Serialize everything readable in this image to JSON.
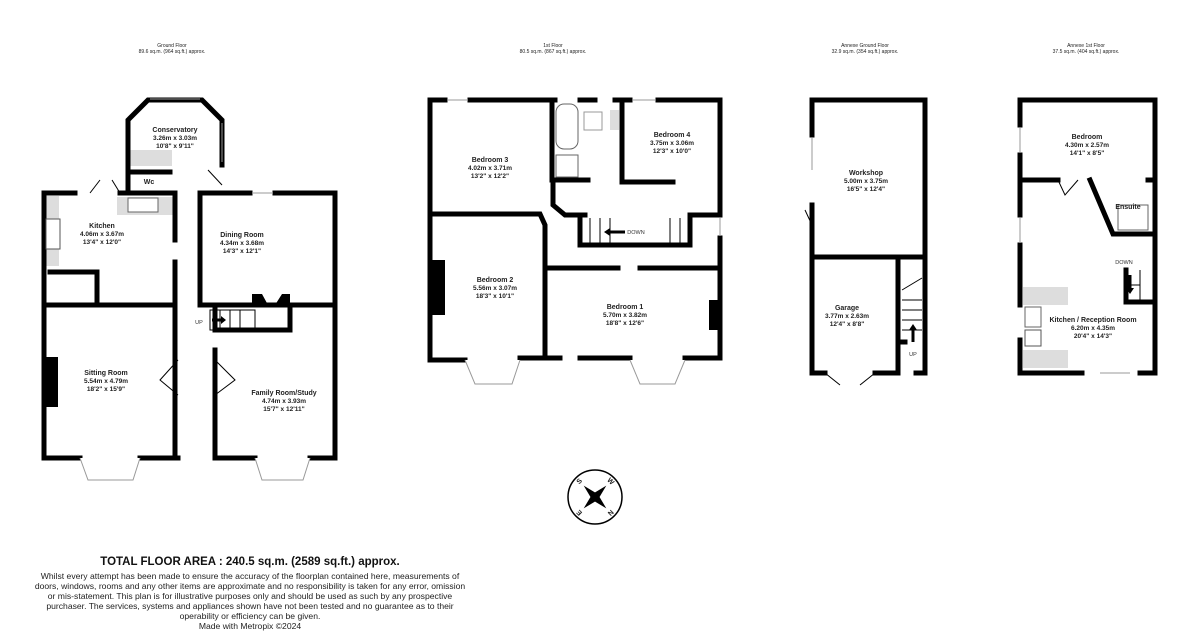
{
  "floors": [
    {
      "title": "Ground Floor",
      "area": "89.6 sq.m. (964 sq.ft.) approx."
    },
    {
      "title": "1st Floor",
      "area": "80.5 sq.m. (867 sq.ft.) approx."
    },
    {
      "title": "Annexe Ground Floor",
      "area": "32.9 sq.m. (354 sq.ft.) approx."
    },
    {
      "title": "Annexe 1st Floor",
      "area": "37.5 sq.m. (404 sq.ft.) approx."
    }
  ],
  "rooms": {
    "conservatory": {
      "name": "Conservatory",
      "metric": "3.26m  x 3.03m",
      "imperial": "10'8\"  x 9'11\""
    },
    "kitchen": {
      "name": "Kitchen",
      "metric": "4.06m  x 3.67m",
      "imperial": "13'4\"  x 12'0\""
    },
    "wc": {
      "name": "Wc"
    },
    "dining": {
      "name": "Dining Room",
      "metric": "4.34m  x 3.68m",
      "imperial": "14'3\"  x 12'1\""
    },
    "sitting": {
      "name": "Sitting Room",
      "metric": "5.54m  x 4.79m",
      "imperial": "18'2\"  x 15'9\""
    },
    "family": {
      "name": "Family Room/Study",
      "metric": "4.74m  x 3.93m",
      "imperial": "15'7\"  x 12'11\""
    },
    "bedroom3": {
      "name": "Bedroom 3",
      "metric": "4.02m  x 3.71m",
      "imperial": "13'2\"  x 12'2\""
    },
    "bedroom4": {
      "name": "Bedroom 4",
      "metric": "3.75m  x 3.06m",
      "imperial": "12'3\"  x 10'0\""
    },
    "bedroom2": {
      "name": "Bedroom 2",
      "metric": "5.56m  x 3.07m",
      "imperial": "18'3\"  x 10'1\""
    },
    "bedroom1": {
      "name": "Bedroom 1",
      "metric": "5.70m  x 3.82m",
      "imperial": "18'8\"  x 12'6\""
    },
    "workshop": {
      "name": "Workshop",
      "metric": "5.00m  x 3.75m",
      "imperial": "16'5\"  x 12'4\""
    },
    "garage": {
      "name": "Garage",
      "metric": "3.77m  x 2.63m",
      "imperial": "12'4\"  x 8'8\""
    },
    "annexe_bedroom": {
      "name": "Bedroom",
      "metric": "4.30m  x 2.57m",
      "imperial": "14'1\"  x 8'5\""
    },
    "ensuite": {
      "name": "Ensuite"
    },
    "annexe_kitchen": {
      "name": "Kitchen / Reception Room",
      "metric": "6.20m  x 4.35m",
      "imperial": "20'4\"  x 14'3\""
    }
  },
  "stairs": {
    "up": "UP",
    "down": "DOWN"
  },
  "compass": {
    "n": "N",
    "s": "S",
    "e": "E",
    "w": "W"
  },
  "footer": {
    "total": "TOTAL FLOOR AREA : 240.5 sq.m. (2589 sq.ft.) approx.",
    "disclaimer": "Whilst every attempt has been made to ensure the accuracy of the floorplan contained here, measurements of doors, windows, rooms and any other items are approximate and no responsibility is taken for any error, omission or mis-statement. This plan is for illustrative purposes only and should be used as such by any prospective purchaser. The services, systems and appliances shown have not been tested and no guarantee as to their operability or efficiency can be given.",
    "credit": "Made with Metropix ©2024"
  }
}
